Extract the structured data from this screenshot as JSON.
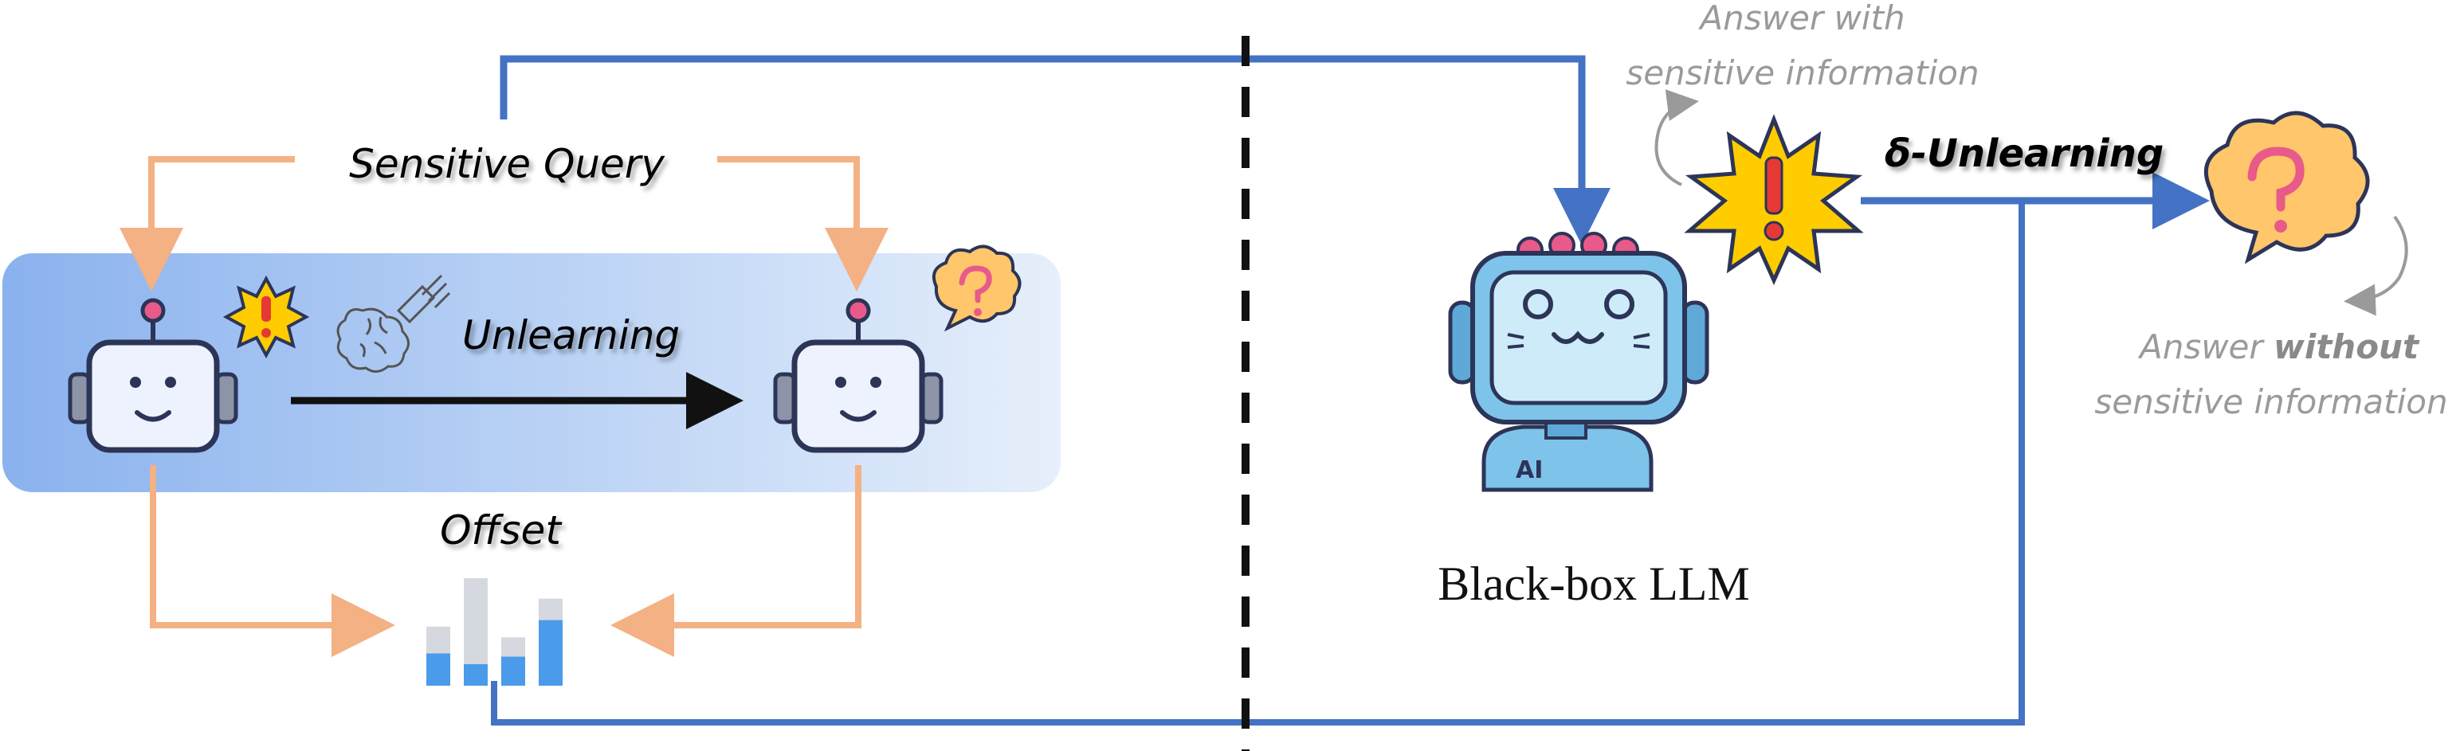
{
  "labels": {
    "sensitive_query": "Sensitive Query",
    "unlearning": "Unlearning",
    "offset": "Offset",
    "black_box": "Black-box LLM",
    "delta_unlearning": "δ-Unlearning",
    "answer_with_line1": "Answer with",
    "answer_with_line2": "sensitive information",
    "answer_without_prefix": "Answer ",
    "answer_without_bold": "without",
    "answer_without_line2": "sensitive information",
    "ai_badge": "AI"
  },
  "offset_chart": {
    "bars": [
      {
        "background": 0.55,
        "foreground": 0.3
      },
      {
        "background": 1.0,
        "foreground": 0.2
      },
      {
        "background": 0.45,
        "foreground": 0.27
      },
      {
        "background": 0.81,
        "foreground": 0.61
      }
    ]
  },
  "colors": {
    "orange_arrow": "#F4B183",
    "blue_arrow": "#4472C4",
    "panel_dark": "#8AB2EE",
    "panel_light": "#E6EFFB",
    "robot_outline": "#2C3557",
    "robot_face": "#EEF2FF",
    "llm_body": "#7EC3EA",
    "llm_screen": "#CDEBF8",
    "warning_yellow": "#FFCC00",
    "warning_red": "#E53935",
    "question_bubble": "#FFC66B",
    "question_pink": "#E85A8A",
    "gray_text": "#9A9A9A",
    "bar_gray": "#D5D9DF",
    "bar_blue": "#4A9BEA"
  }
}
